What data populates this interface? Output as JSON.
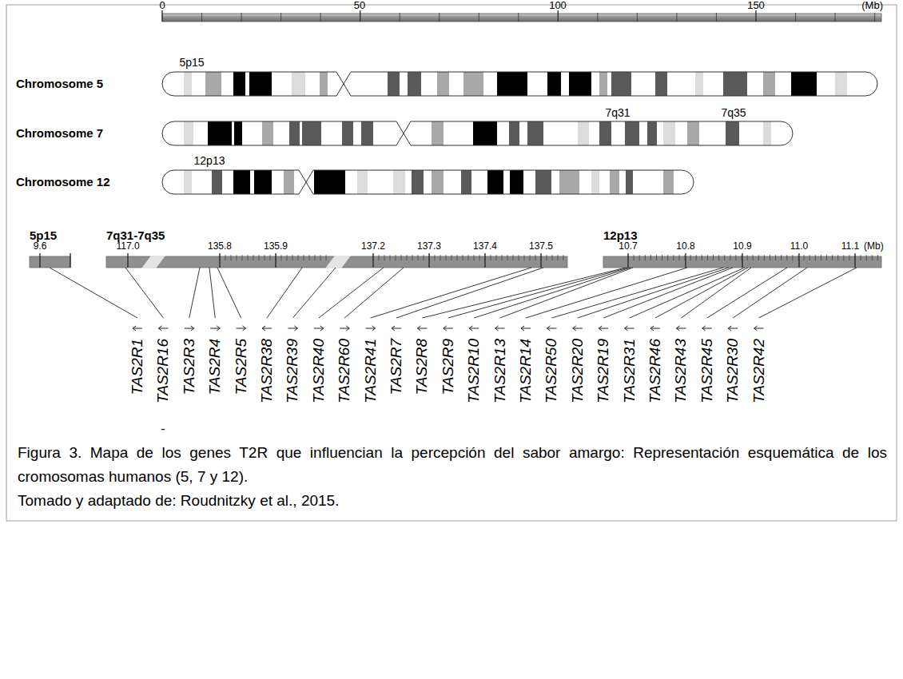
{
  "diagram": {
    "caption": "Figura 3. Mapa de los genes T2R que influencian la percepción del sabor amargo: Representación esquemática de los cromosomas humanos (5, 7 y 12).",
    "labels": [
      "0",
      "50",
      "100",
      "150",
      "(Mb)",
      "5p15",
      "Chromosome 5",
      "Chromosome 7",
      "7q31",
      "7q35",
      "12p13",
      "Chromosome 12",
      "5p15",
      "7q31-7q35",
      "12p13",
      "9.6",
      "117.0",
      "135.8",
      "135.9",
      "137.2",
      "137.3",
      "137.4",
      "137.5",
      "10.7",
      "10.8",
      "10.9",
      "11.0",
      "11.1",
      "(Mb)",
      "TAS2R1",
      "TAS2R16",
      "TAS2R3",
      "TAS2R4",
      "TAS2R5",
      "TAS2R38",
      "TAS2R39",
      "TAS2R40",
      "TAS2R60",
      "TAS2R41",
      "TAS2R7",
      "TAS2R8",
      "TAS2R9",
      "TAS2R10",
      "TAS2R13",
      "TAS2R14",
      "TAS2R50",
      "TAS2R20",
      "TAS2R19",
      "TAS2R31",
      "TAS2R46",
      "TAS2R43",
      "TAS2R45",
      "TAS2R30",
      "TAS2R42",
      "-",
      "Tomado y adaptado de: Roudnitzky et al., 2015."
    ]
  }
}
